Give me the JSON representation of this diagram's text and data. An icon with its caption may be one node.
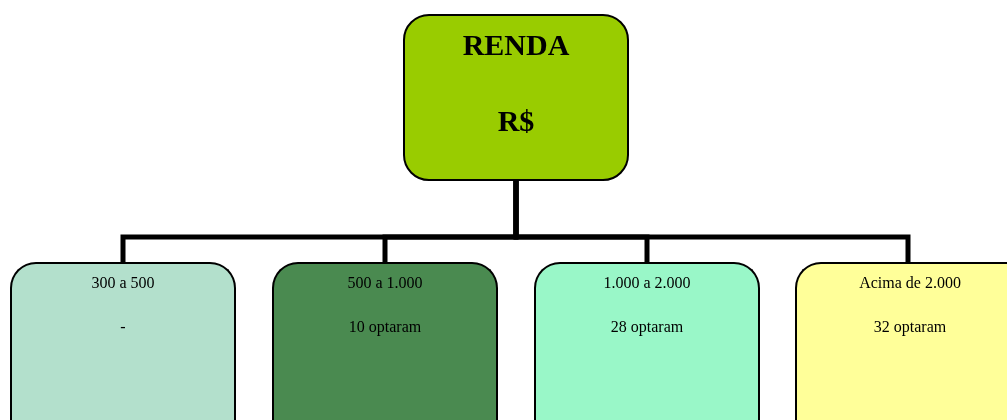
{
  "diagram": {
    "nodes": [
      {
        "text": [
          "RENDA",
          "R$"
        ]
      },
      {
        "text": [
          "300 a 500",
          "-"
        ]
      },
      {
        "text": [
          "500 a 1.000",
          "10 optaram"
        ]
      },
      {
        "text": [
          "1.000 a 2.000",
          "28 optaram"
        ]
      },
      {
        "text": [
          "Acima de 2.000",
          "32 optaram"
        ]
      }
    ],
    "edges": [
      {
        "from": 0,
        "to": 1,
        "arrow": "none"
      },
      {
        "from": 0,
        "to": 2,
        "arrow": "none"
      },
      {
        "from": 0,
        "to": 3,
        "arrow": "none"
      },
      {
        "from": 0,
        "to": 4,
        "arrow": "none"
      }
    ]
  }
}
